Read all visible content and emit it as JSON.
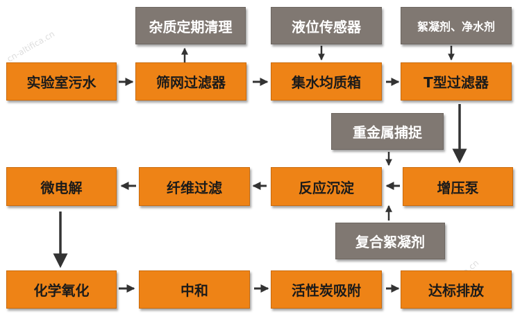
{
  "colors": {
    "process_box": "#ee8316",
    "input_box": "#807872",
    "arrow": "#333333"
  },
  "nodes": {
    "lab_wastewater": "实验室污水",
    "screen_filter": "筛网过滤器",
    "homogenizing_tank": "集水均质箱",
    "t_filter": "T型过滤器",
    "impurity_cleaning": "杂质定期清理",
    "level_sensor": "液位传感器",
    "flocculant_purifier": "絮凝剂、净水剂",
    "heavy_metal_capture": "重金属捕捉",
    "booster_pump": "增压泵",
    "reaction_precipitation": "反应沉淀",
    "fiber_filtration": "纤维过滤",
    "micro_electrolysis": "微电解",
    "composite_flocculant": "复合絮凝剂",
    "chemical_oxidation": "化学氧化",
    "neutralization": "中和",
    "activated_carbon_adsorption": "活性炭吸附",
    "discharge_compliance": "达标排放"
  },
  "watermark": {
    "top_left": "cn-altifica.cn",
    "bottom_right": "cn-altifica.cn"
  }
}
